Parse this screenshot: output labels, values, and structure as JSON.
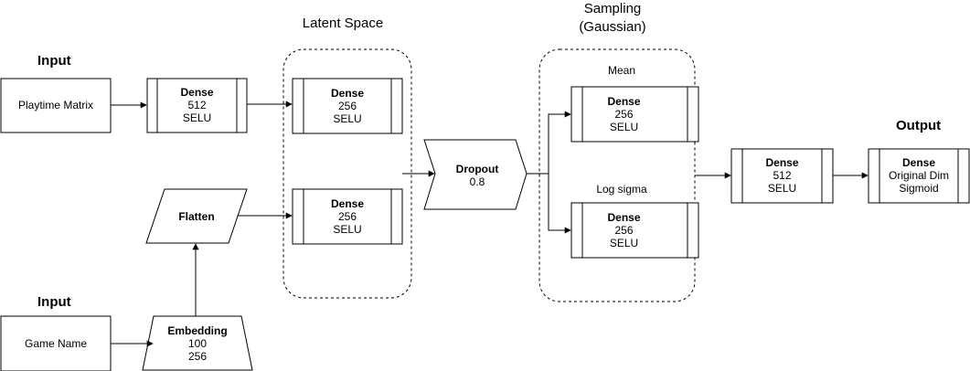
{
  "headings": {
    "input_top": "Input",
    "input_bottom": "Input",
    "output": "Output"
  },
  "groups": {
    "latent_space": "Latent Space",
    "sampling_line1": "Sampling",
    "sampling_line2": "(Gaussian)",
    "mean": "Mean",
    "log_sigma": "Log sigma"
  },
  "nodes": {
    "playtime_matrix": "Playtime Matrix",
    "game_name": "Game Name",
    "dense_512_in": {
      "title": "Dense",
      "line1": "512",
      "line2": "SELU"
    },
    "latent_dense_top": {
      "title": "Dense",
      "line1": "256",
      "line2": "SELU"
    },
    "latent_dense_bottom": {
      "title": "Dense",
      "line1": "256",
      "line2": "SELU"
    },
    "flatten": {
      "title": "Flatten"
    },
    "embedding": {
      "title": "Embedding",
      "line1": "100",
      "line2": "256"
    },
    "dropout": {
      "title": "Dropout",
      "line1": "0.8"
    },
    "mean_dense": {
      "title": "Dense",
      "line1": "256",
      "line2": "SELU"
    },
    "logsigma_dense": {
      "title": "Dense",
      "line1": "256",
      "line2": "SELU"
    },
    "dense_512_out": {
      "title": "Dense",
      "line1": "512",
      "line2": "SELU"
    },
    "output_dense": {
      "title": "Dense",
      "line1": "Original Dim",
      "line2": "Sigmoid"
    }
  },
  "colors": {
    "stroke": "#000000",
    "fill": "#ffffff"
  }
}
